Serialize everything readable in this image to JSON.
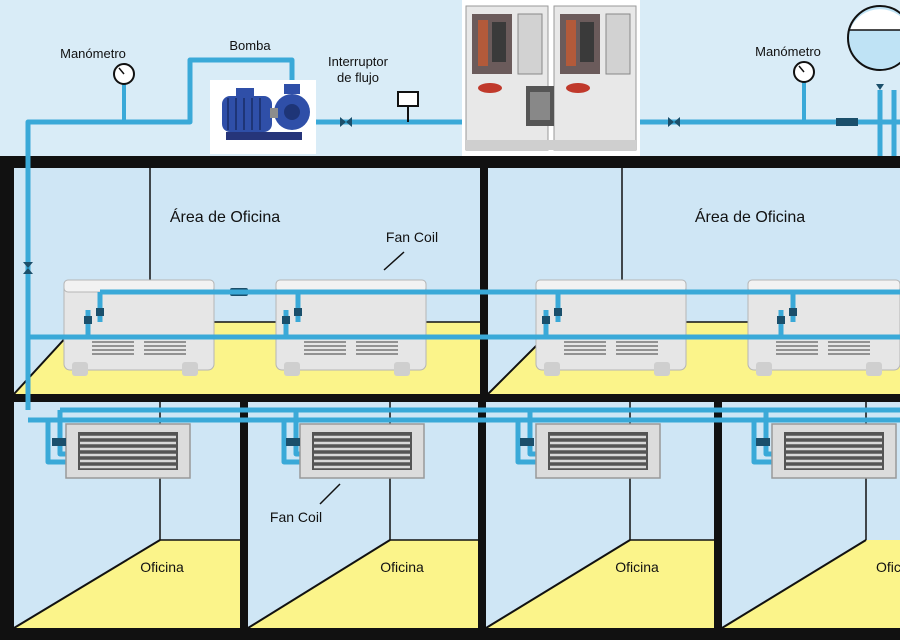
{
  "colors": {
    "roof_sky": "#d9ecf7",
    "room_wall": "#cfe6f5",
    "floor": "#fbf48a",
    "pipe": "#3aa9d8",
    "structure": "#111111",
    "unit_body": "#e6e6e6"
  },
  "labels": {
    "manometro_left": "Manómetro",
    "bomba": "Bomba",
    "interruptor_line1": "Interruptor",
    "interruptor_line2": "de flujo",
    "manometro_right": "Manómetro",
    "area_left": "Área de Oficina",
    "area_right": "Área de Oficina",
    "fancoil_upper": "Fan Coil",
    "fancoil_lower": "Fan Coil",
    "oficina_1": "Oficina",
    "oficina_2": "Oficina",
    "oficina_3": "Oficina",
    "oficina_4": "Ofic"
  },
  "icons": {
    "pump": "pump-icon",
    "chiller": "chiller-icon",
    "expansion_tank": "expansion-tank-icon",
    "gauge": "pressure-gauge-icon",
    "flow_switch": "flow-switch-icon",
    "valve": "valve-icon"
  }
}
